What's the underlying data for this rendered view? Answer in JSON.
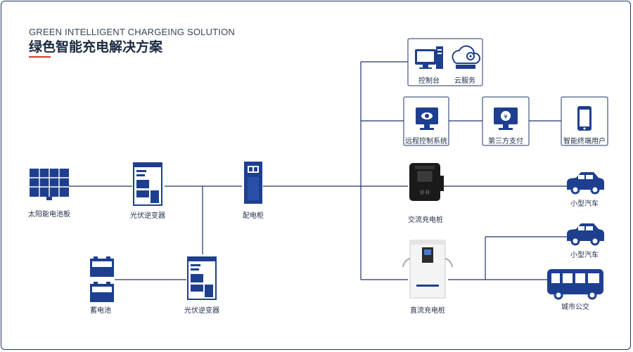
{
  "header": {
    "title_en": "GREEN INTELLIGENT CHARGEING SOLUTION",
    "title_cn": "绿色智能充电解决方案"
  },
  "nodes": {
    "solar_panel": "太阳能电池板",
    "pv_inverter_top": "光伏逆变器",
    "distribution_cabinet": "配电柜",
    "battery": "蓄电池",
    "pv_inverter_bottom": "光伏逆变器",
    "console": "控制台",
    "cloud_service": "云服务",
    "remote_control": "远程控制系统",
    "third_party_payment": "第三方支付",
    "smart_terminal_user": "智能终端用户",
    "ac_charger": "交流充电桩",
    "small_car_1": "小型汽车",
    "dc_charger": "直流充电桩",
    "small_car_2": "小型汽车",
    "city_bus": "城市公交"
  },
  "colors": {
    "line": "#1e3568",
    "icon": "#1e3f8f",
    "accent": "#d8352a"
  }
}
